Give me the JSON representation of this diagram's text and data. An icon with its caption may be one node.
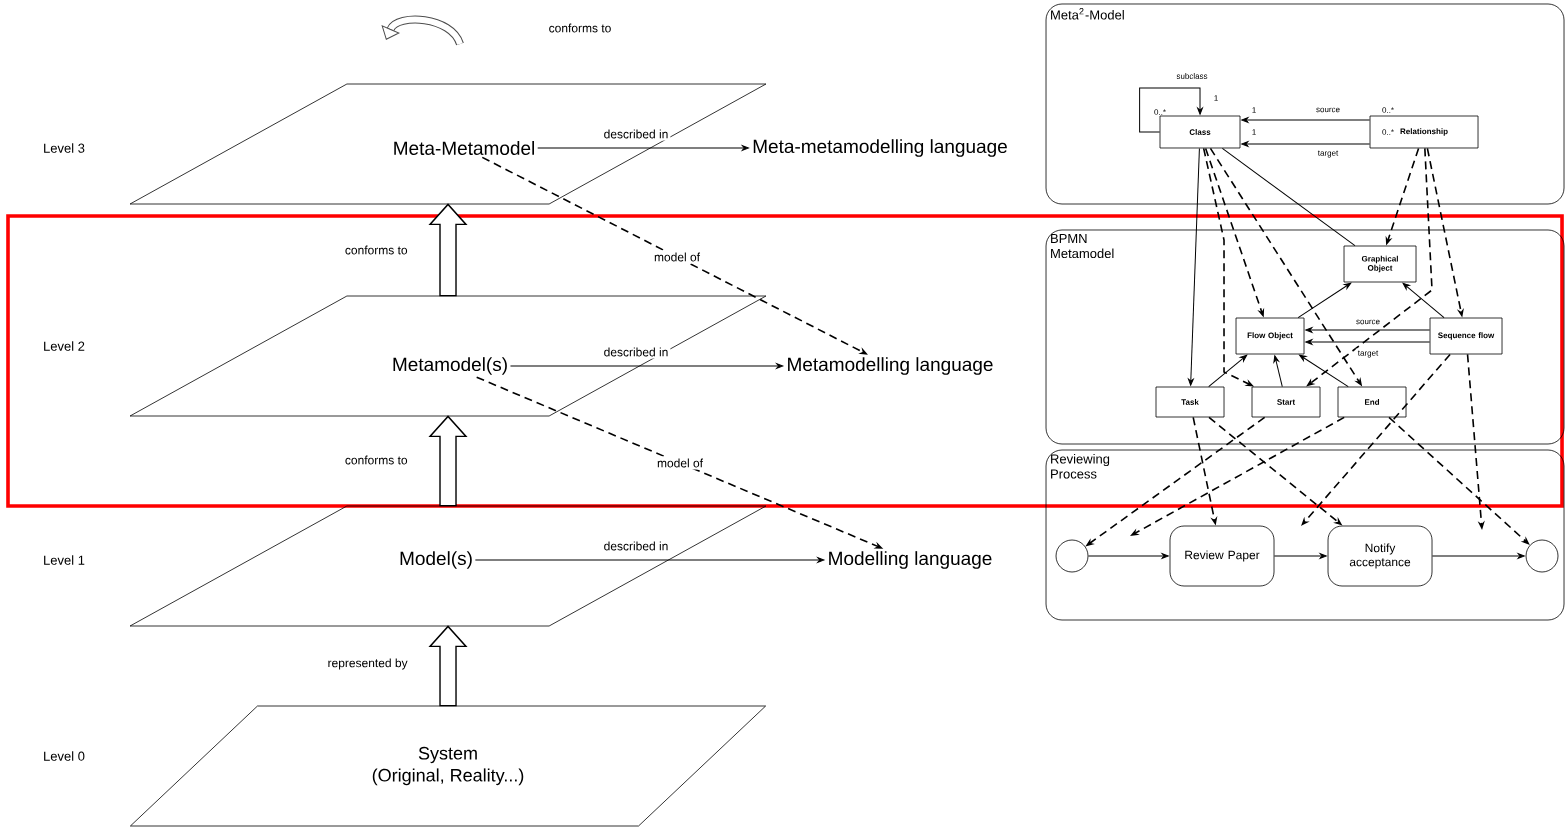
{
  "diagram": {
    "nodes": [
      {
        "text": [],
        "shape": "parallelogram"
      },
      {
        "text": [
          "Meta-Metamodel"
        ],
        "in": 0
      },
      {
        "text": [
          "Meta-metamodelling language"
        ]
      },
      {
        "text": [],
        "shape": "parallelogram"
      },
      {
        "text": [
          "Metamodel(s)"
        ],
        "in": 3
      },
      {
        "text": [
          "Metamodelling language"
        ]
      },
      {
        "text": [],
        "shape": "parallelogram"
      },
      {
        "text": [
          "Model(s)"
        ],
        "in": 6
      },
      {
        "text": [
          "Modelling language"
        ]
      },
      {
        "text": [
          "System",
          "(Original, Reality...)"
        ]
      },
      {
        "text": [
          "Meta$^{2}$-Model"
        ]
      },
      {
        "text": [
          "Class"
        ],
        "in": 10
      },
      {
        "text": [
          "Relationship"
        ],
        "in": 10
      },
      {
        "text": [
          "BPMN Metamodel"
        ]
      },
      {
        "text": [
          "Graphical Object"
        ],
        "in": 13
      },
      {
        "text": [
          "Flow Object"
        ],
        "in": 13
      },
      {
        "text": [
          "Sequence flow"
        ],
        "in": 13
      },
      {
        "text": [
          "Task"
        ],
        "in": 13
      },
      {
        "text": [
          "Start"
        ],
        "in": 13
      },
      {
        "text": [
          "End"
        ],
        "in": 13
      },
      {
        "text": [
          "Reviewing Process"
        ]
      },
      {
        "text": [],
        "shape": "circle",
        "in": 20
      },
      {
        "text": [
          "Review Paper"
        ],
        "in": 20
      },
      {
        "text": [
          "Notify acceptance"
        ],
        "in": 20
      },
      {
        "text": [],
        "shape": "circle",
        "in": 20
      }
    ],
    "edges": [
      {
        "from": 3,
        "to": 0,
        "arrow": "to",
        "label": "conforms to",
        "style": "thick"
      },
      {
        "from": 6,
        "to": 3,
        "arrow": "to",
        "label": "conforms to",
        "style": "thick"
      },
      {
        "from": 9,
        "to": 6,
        "arrow": "to",
        "label": "represented by",
        "style": "thick"
      },
      {
        "from": 1,
        "to": 2,
        "arrow": "to",
        "label": "described in"
      },
      {
        "from": 4,
        "to": 5,
        "arrow": "to",
        "label": "described in"
      },
      {
        "from": 7,
        "to": 8,
        "arrow": "to",
        "label": "described in"
      },
      {
        "from": 1,
        "to": 5,
        "arrow": "to",
        "label": "model of",
        "style": "dashed"
      },
      {
        "from": 4,
        "to": 8,
        "arrow": "to",
        "label": "model of",
        "style": "dashed"
      },
      {
        "from": 11,
        "to": 11,
        "arrow": "to",
        "label": "subclass"
      },
      {
        "from": 12,
        "to": 11,
        "arrow": "to",
        "label": "source"
      },
      {
        "from": 12,
        "to": 11,
        "arrow": "to",
        "label": "target"
      },
      {
        "from": 11,
        "to": 17,
        "arrow": "to"
      },
      {
        "from": 11,
        "to": 14,
        "arrow": "none"
      },
      {
        "from": 11,
        "to": 15,
        "arrow": "to",
        "style": "dashed"
      },
      {
        "from": 11,
        "to": 18,
        "arrow": "to",
        "style": "dashed"
      },
      {
        "from": 11,
        "to": 19,
        "arrow": "to",
        "style": "dashed"
      },
      {
        "from": 12,
        "to": 14,
        "arrow": "to",
        "style": "dashed"
      },
      {
        "from": 12,
        "to": 16,
        "arrow": "to",
        "style": "dashed"
      },
      {
        "from": 12,
        "to": 18,
        "arrow": "to",
        "style": "dashed"
      },
      {
        "from": 15,
        "to": 14,
        "arrow": "to"
      },
      {
        "from": 16,
        "to": 14,
        "arrow": "to"
      },
      {
        "from": 16,
        "to": 15,
        "arrow": "to",
        "label": "source"
      },
      {
        "from": 16,
        "to": 15,
        "arrow": "to",
        "label": "target"
      },
      {
        "from": 17,
        "to": 15,
        "arrow": "to"
      },
      {
        "from": 18,
        "to": 15,
        "arrow": "to"
      },
      {
        "from": 19,
        "to": 15,
        "arrow": "to"
      },
      {
        "from": 17,
        "to": 22,
        "arrow": "to",
        "style": "dashed"
      },
      {
        "from": 17,
        "to": 23,
        "arrow": "to",
        "style": "dashed"
      },
      {
        "from": 18,
        "to": 21,
        "arrow": "to",
        "style": "dashed"
      },
      {
        "from": 19,
        "to": 24,
        "arrow": "to",
        "style": "dashed"
      },
      {
        "from": 19,
        "to": null,
        "arrow": "to",
        "style": "dashed"
      },
      {
        "from": 16,
        "to": null,
        "arrow": "to",
        "style": "dashed"
      },
      {
        "from": 16,
        "to": null,
        "arrow": "to",
        "style": "dashed"
      },
      {
        "from": 21,
        "to": 22,
        "arrow": "to"
      },
      {
        "from": 22,
        "to": 23,
        "arrow": "to"
      },
      {
        "from": 23,
        "to": 24,
        "arrow": "to"
      }
    ],
    "labels": [
      "conforms to",
      "Level 3",
      "0..*",
      "1",
      "1",
      "0..*",
      "1",
      "0..*",
      "Level 2",
      "Level 1",
      "Level 0"
    ]
  }
}
